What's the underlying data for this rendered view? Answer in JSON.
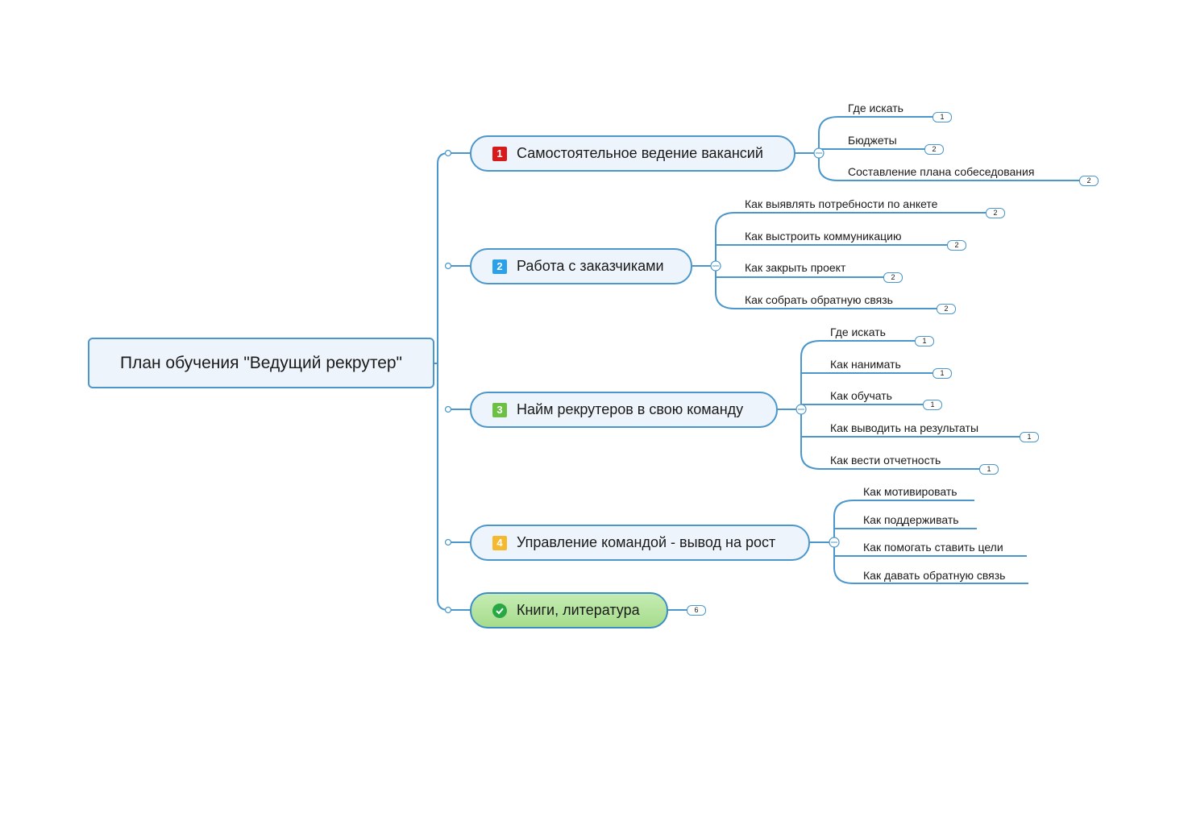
{
  "root": {
    "label": "План обучения \"Ведущий рекрутер\""
  },
  "topics": [
    {
      "priority": "1",
      "color": "#d81a1a",
      "label": "Самостоятельное ведение вакансий",
      "children": [
        {
          "label": "Где искать",
          "count": "1"
        },
        {
          "label": "Бюджеты",
          "count": "2"
        },
        {
          "label": "Составление плана собеседования",
          "count": "2"
        }
      ]
    },
    {
      "priority": "2",
      "color": "#2aa1e8",
      "label": "Работа с заказчиками",
      "children": [
        {
          "label": "Как выявлять потребности по анкете",
          "count": "2"
        },
        {
          "label": "Как выстроить коммуникацию",
          "count": "2"
        },
        {
          "label": "Как закрыть проект",
          "count": "2"
        },
        {
          "label": "Как собрать обратную связь",
          "count": "2"
        }
      ]
    },
    {
      "priority": "3",
      "color": "#6cc043",
      "label": "Найм рекрутеров в свою команду",
      "children": [
        {
          "label": "Где искать",
          "count": "1"
        },
        {
          "label": "Как нанимать",
          "count": "1"
        },
        {
          "label": "Как обучать",
          "count": "1"
        },
        {
          "label": "Как выводить на результаты",
          "count": "1"
        },
        {
          "label": "Как вести отчетность",
          "count": "1"
        }
      ]
    },
    {
      "priority": "4",
      "color": "#f4b92e",
      "label": "Управление командой - вывод на рост",
      "children": [
        {
          "label": "Как мотивировать"
        },
        {
          "label": "Как поддерживать"
        },
        {
          "label": "Как помогать ставить цели"
        },
        {
          "label": "Как давать обратную связь"
        }
      ]
    },
    {
      "icon": "check-icon",
      "label": "Книги, литература",
      "count": "6"
    }
  ],
  "colors": {
    "line": "#4b97cb",
    "node_fill": "#eef4fb",
    "done_fill": "#b4e49c"
  }
}
